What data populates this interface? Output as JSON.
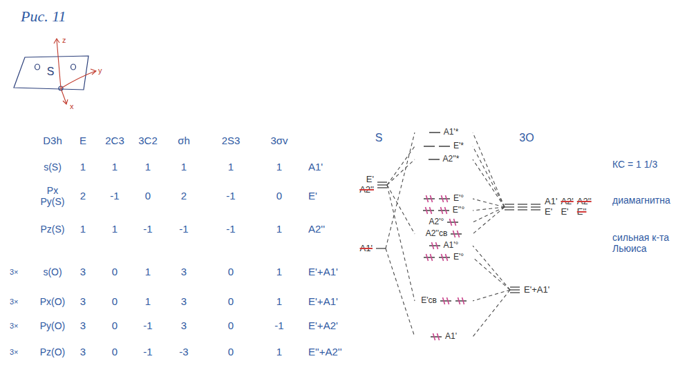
{
  "diagram": {
    "title": "Рис. 11",
    "nodes": [
      {
        "text": [
          "E'",
          "A2''"
        ]
      },
      {
        "text": [
          "A1'"
        ]
      },
      {
        "text": [
          "A1'*"
        ]
      },
      {
        "text": [
          "E'*"
        ]
      },
      {
        "text": [
          "A2''*"
        ]
      },
      {
        "text": [
          "E'°"
        ]
      },
      {
        "text": [
          "E''°"
        ]
      },
      {
        "text": [
          "A2'°"
        ]
      },
      {
        "text": [
          "A2''св"
        ]
      },
      {
        "text": [
          "A1'°"
        ]
      },
      {
        "text": [
          "E'°"
        ]
      },
      {
        "text": [
          "E'св"
        ]
      },
      {
        "text": [
          "A1'"
        ]
      },
      {
        "text": [
          "A1'",
          "A2'",
          "A2''",
          "E'",
          "E'",
          "E''"
        ]
      },
      {
        "text": [
          "E'+A1'"
        ]
      }
    ],
    "edges": [
      {
        "from": 0,
        "to": 3,
        "arrow": "none"
      },
      {
        "from": 0,
        "to": 4,
        "arrow": "none"
      },
      {
        "from": 0,
        "to": 8,
        "arrow": "none"
      },
      {
        "from": 0,
        "to": 11,
        "arrow": "none"
      },
      {
        "from": 1,
        "to": 2,
        "arrow": "none"
      },
      {
        "from": 1,
        "to": 12,
        "arrow": "none"
      },
      {
        "from": 13,
        "to": 2,
        "arrow": "none"
      },
      {
        "from": 13,
        "to": 3,
        "arrow": "none"
      },
      {
        "from": 13,
        "to": 4,
        "arrow": "none"
      },
      {
        "from": 13,
        "to": 5,
        "arrow": "none"
      },
      {
        "from": 13,
        "to": 6,
        "arrow": "none"
      },
      {
        "from": 13,
        "to": 7,
        "arrow": "none"
      },
      {
        "from": 13,
        "to": 8,
        "arrow": "none"
      },
      {
        "from": 14,
        "to": 9,
        "arrow": "none"
      },
      {
        "from": 14,
        "to": 10,
        "arrow": "none"
      },
      {
        "from": 14,
        "to": 11,
        "arrow": "none"
      },
      {
        "from": 14,
        "to": 12,
        "arrow": "none"
      }
    ],
    "labels": [
      "z",
      "y",
      "x",
      "S",
      "D3h",
      "E",
      "2C3",
      "3C2",
      "σh",
      "2S3",
      "3σv",
      "s(S)",
      "1",
      "1",
      "1",
      "1",
      "1",
      "1",
      "A1'",
      "Px Py(S)",
      "2",
      "-1",
      "0",
      "2",
      "-1",
      "0",
      "E'",
      "Pz(S)",
      "1",
      "1",
      "-1",
      "-1",
      "-1",
      "1",
      "A2''",
      "3×",
      "s(O)",
      "3",
      "0",
      "1",
      "3",
      "0",
      "1",
      "E'+A1'",
      "3×",
      "Px(O)",
      "3",
      "0",
      "1",
      "3",
      "0",
      "1",
      "E'+A1'",
      "3×",
      "Py(O)",
      "3",
      "0",
      "-1",
      "3",
      "0",
      "-1",
      "E'+A2'",
      "3×",
      "Pz(O)",
      "3",
      "0",
      "-1",
      "-3",
      "0",
      "1",
      "E''+A2''",
      "S",
      "3O",
      "КС = 1 1/3",
      "диамагнитна",
      "сильная к-та Льюиса"
    ]
  }
}
